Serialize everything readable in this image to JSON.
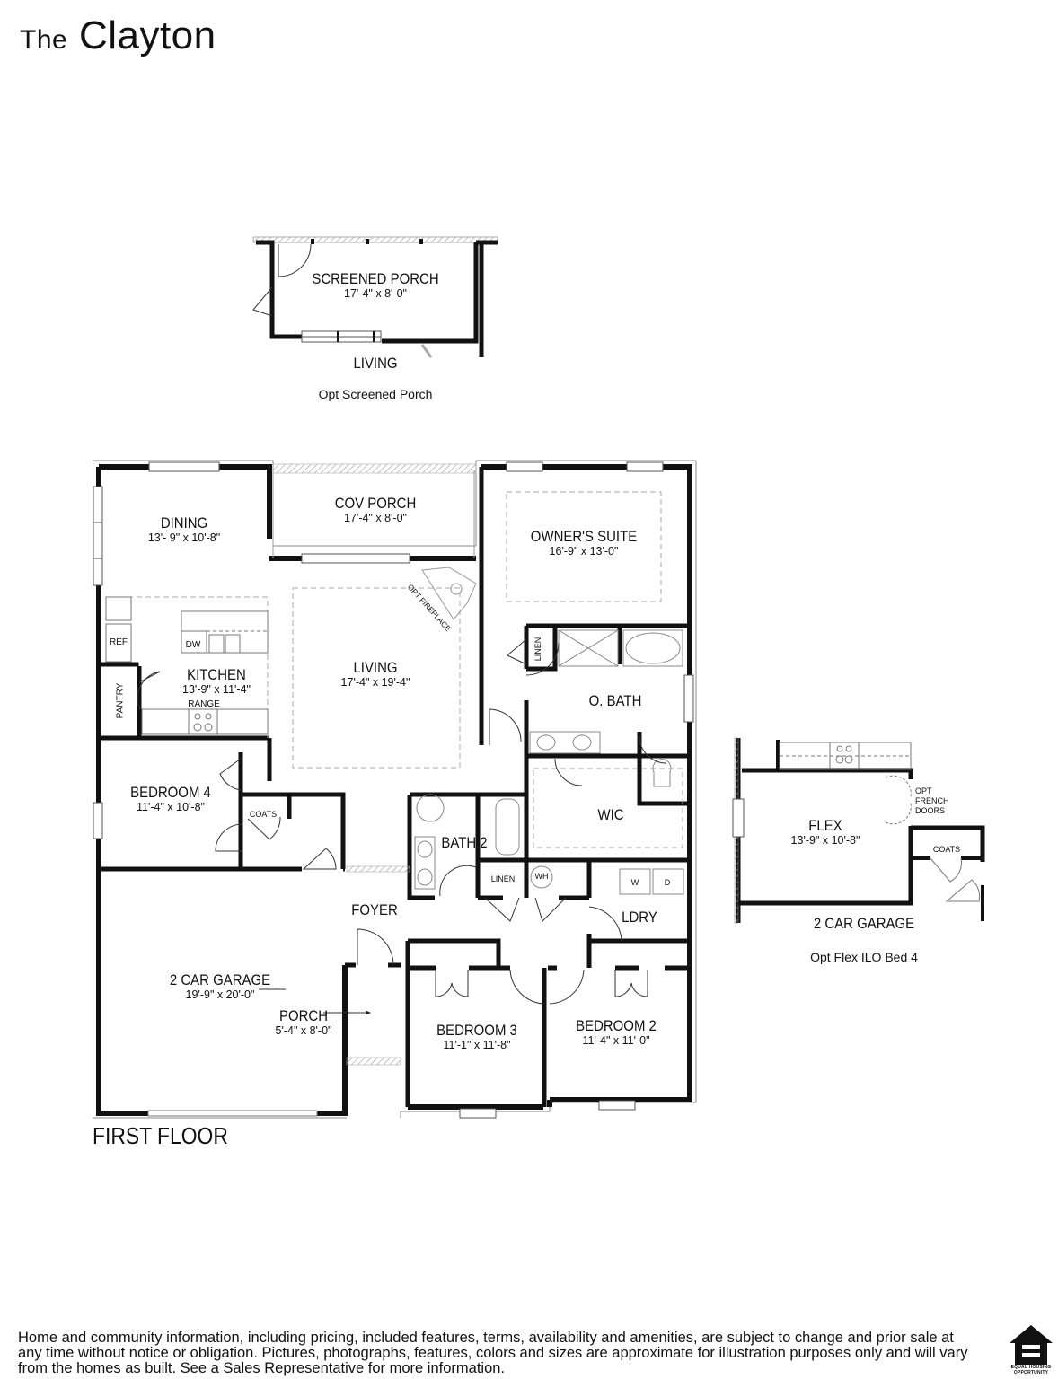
{
  "header": {
    "title_prefix": "The",
    "title_name": "Clayton"
  },
  "screened_porch_option": {
    "room_name": "SCREENED PORCH",
    "room_dims": "17'-4\" x 8'-0\"",
    "adjacent_label": "LIVING",
    "caption": "Opt Screened Porch"
  },
  "first_floor": {
    "label": "FIRST FLOOR",
    "rooms": [
      {
        "name": "DINING",
        "dims": "13'- 9\" x 10'-8\""
      },
      {
        "name": "COV PORCH",
        "dims": "17'-4\" x 8'-0\""
      },
      {
        "name": "OWNER'S SUITE",
        "dims": "16'-9\" x 13'-0\""
      },
      {
        "name": "KITCHEN",
        "dims": "13'-9\" x 11'-4\""
      },
      {
        "name": "LIVING",
        "dims": "17'-4\" x 19'-4\""
      },
      {
        "name": "O. BATH",
        "dims": ""
      },
      {
        "name": "BEDROOM 4",
        "dims": "11'-4\" x 10'-8\""
      },
      {
        "name": "BATH 2",
        "dims": ""
      },
      {
        "name": "WIC",
        "dims": ""
      },
      {
        "name": "FOYER",
        "dims": ""
      },
      {
        "name": "LDRY",
        "dims": ""
      },
      {
        "name": "2 CAR GARAGE",
        "dims": "19'-9\" x 20'-0\""
      },
      {
        "name": "PORCH",
        "dims": "5'-4\" x 8'-0\""
      },
      {
        "name": "BEDROOM 3",
        "dims": "11'-1\" x 11'-8\""
      },
      {
        "name": "BEDROOM 2",
        "dims": "11'-4\" x 11'-0\""
      }
    ],
    "fixtures": {
      "ref": "REF",
      "dw": "DW",
      "range": "RANGE",
      "pantry": "PANTRY",
      "coats": "COATS",
      "linen_owner": "LINEN",
      "linen_hall": "LINEN",
      "wh": "WH",
      "washer": "W",
      "dryer": "D",
      "opt_fireplace": "OPT FIREPLACE"
    }
  },
  "flex_option": {
    "room_name": "FLEX",
    "room_dims": "13'-9\" x 10'-8\"",
    "french_doors": [
      "OPT",
      "FRENCH",
      "DOORS"
    ],
    "coats": "COATS",
    "adjacent_label": "2 CAR GARAGE",
    "caption": "Opt Flex ILO Bed 4"
  },
  "footer": {
    "disclaimer": "Home and community information, including pricing, included features, terms, availability and amenities, are subject to change and prior sale at any time without notice or obligation. Pictures, photographs, features, colors and sizes are approximate for illustration purposes only and will vary from the homes as built. See a Sales Representative for more information.",
    "logo_text": "EQUAL HOUSING OPPORTUNITY"
  },
  "colors": {
    "wall": "#111111",
    "hatch": "#9a9a9a",
    "dashed": "#a8a8a8",
    "text": "#111111",
    "background": "#ffffff"
  }
}
